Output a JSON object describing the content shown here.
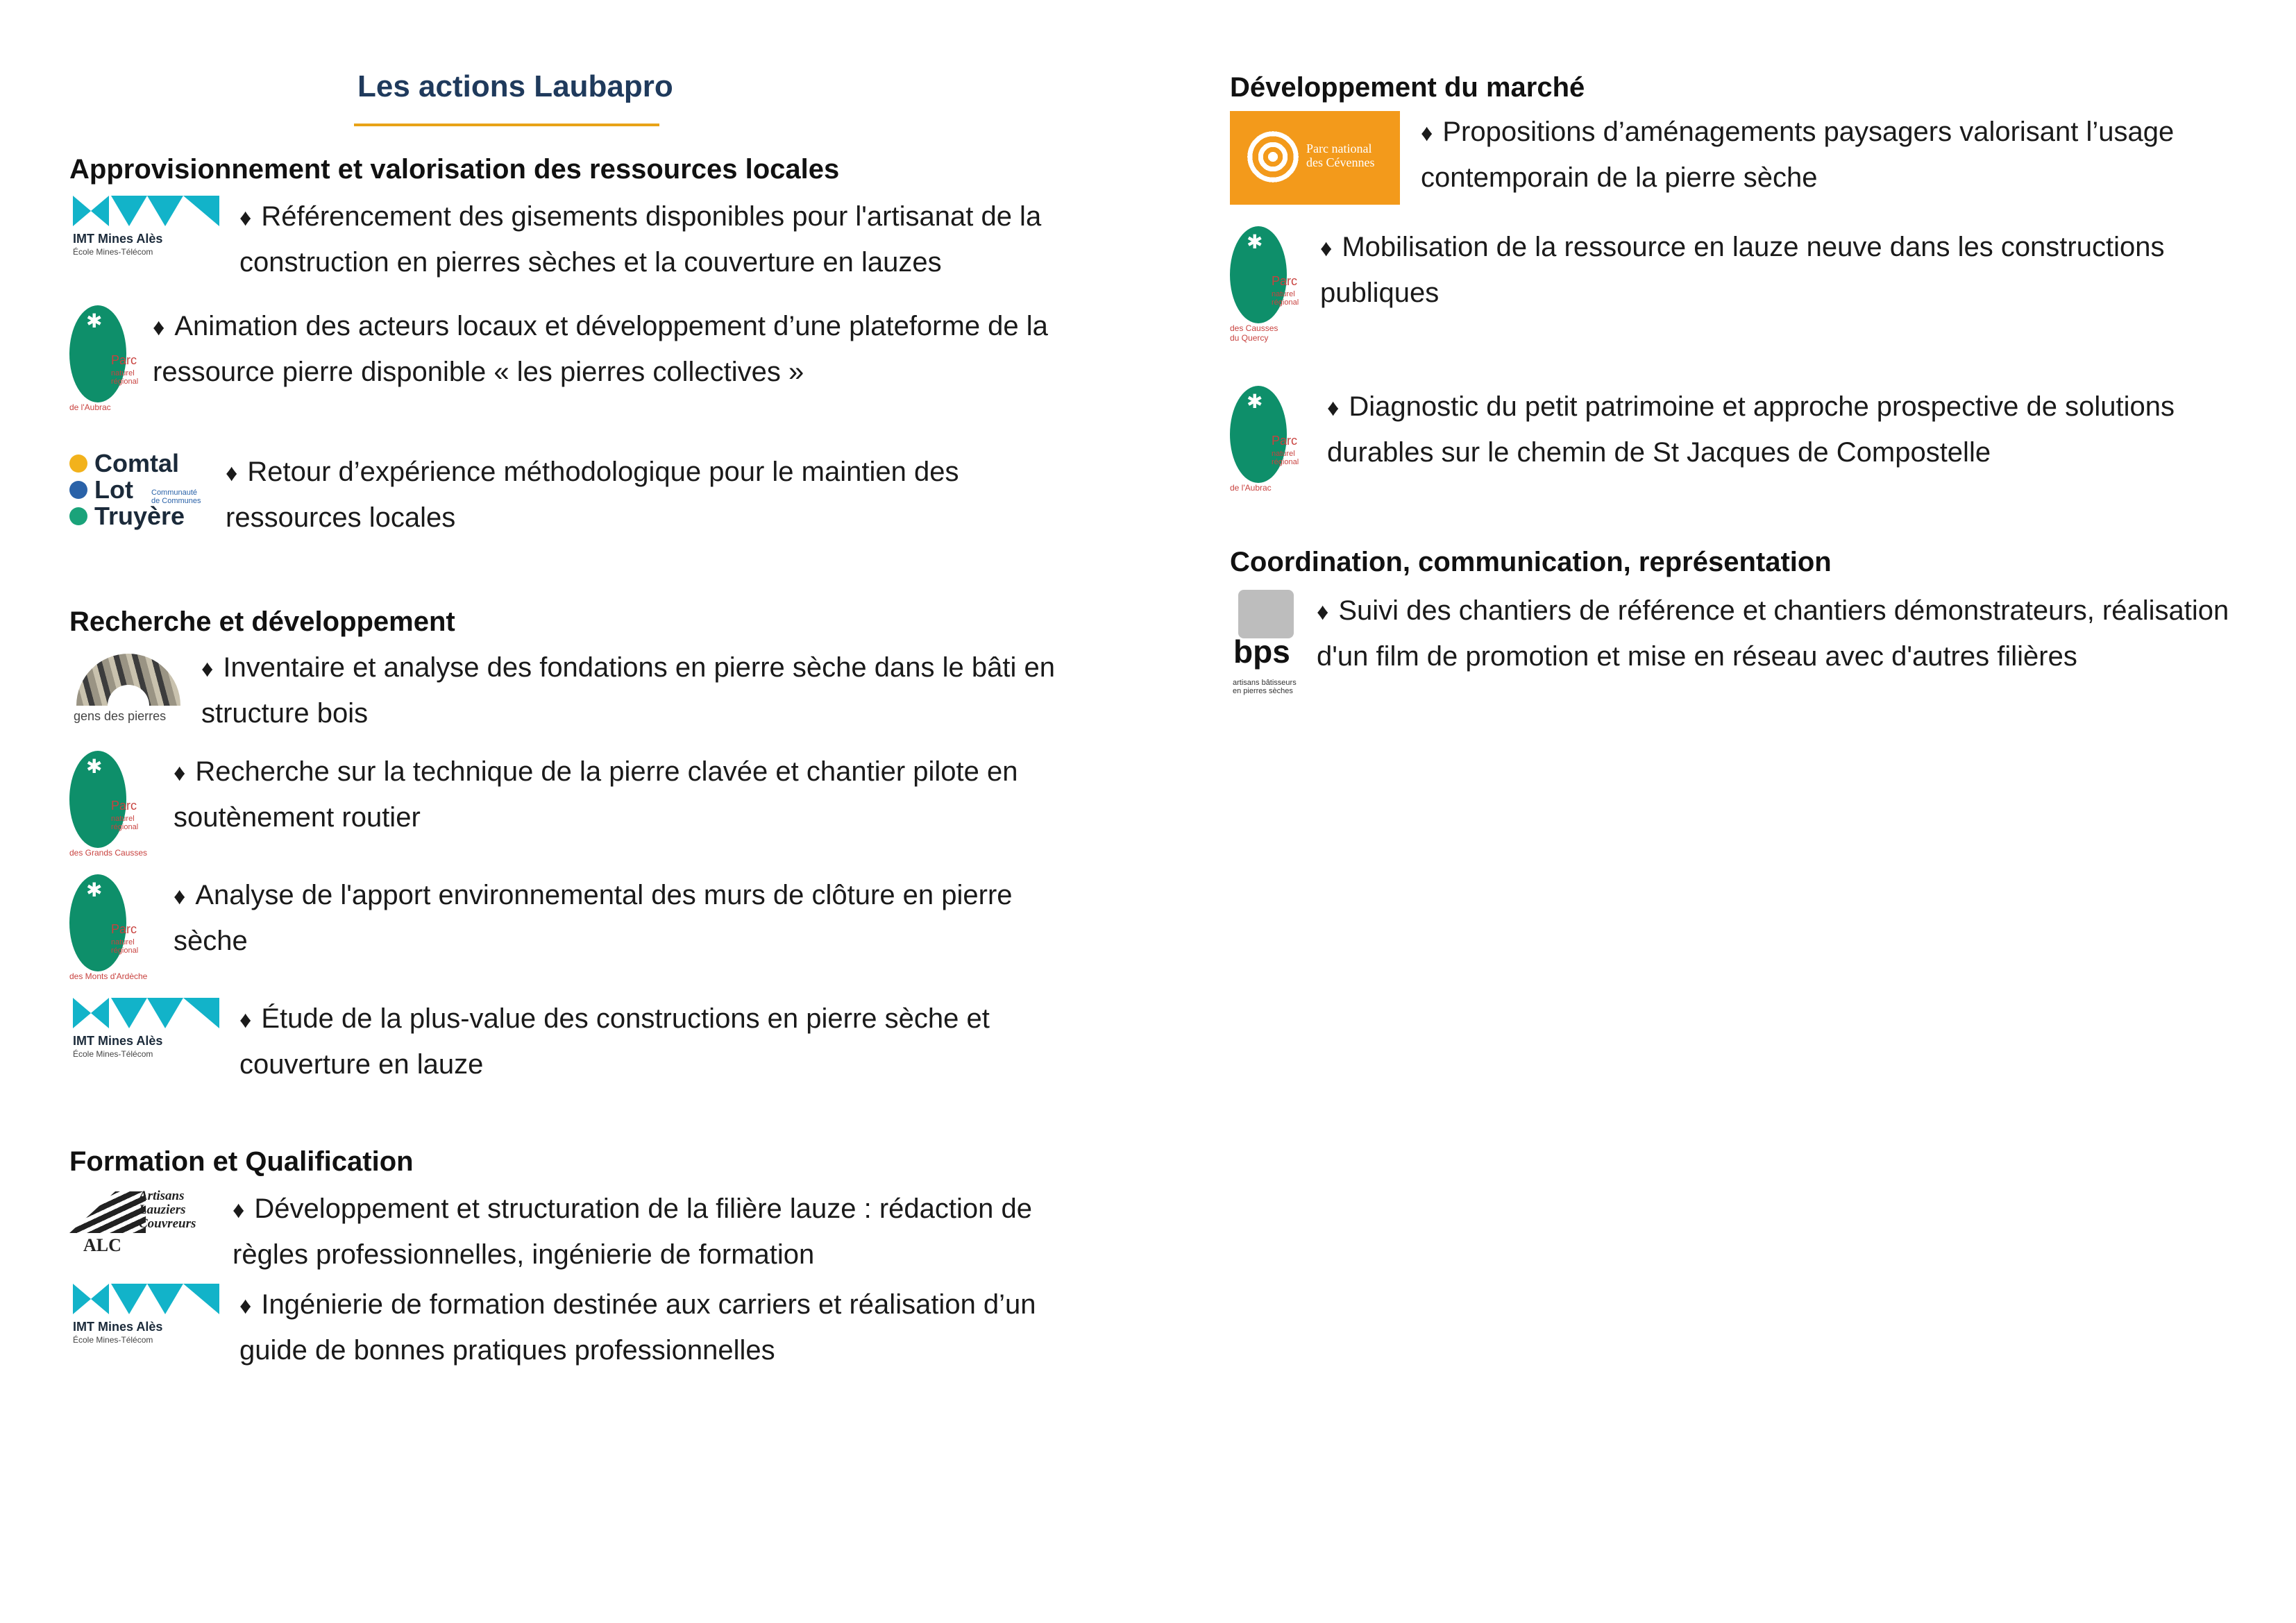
{
  "title": "Les actions Laubapro",
  "bullet": "♦",
  "colors": {
    "title": "#1f3a5c",
    "title_rule": "#e8a317",
    "imt_cyan": "#12b3c9",
    "parc_green": "#0e8f6a",
    "cevennes_orange": "#f39a1b"
  },
  "logos": {
    "imt": {
      "name": "IMT Mines Alès",
      "sub": "École Mines-Télécom"
    },
    "parc_label": "Parc",
    "parc_sub": [
      "naturel",
      "régional"
    ],
    "parc_aubrac": "de l'Aubrac",
    "parc_grands_causses": "des Grands Causses",
    "parc_monts_ardeche": "des Monts d'Ardèche",
    "parc_causses_quercy": [
      "des Causses",
      "du Quercy"
    ],
    "clt": {
      "w1": "Comtal",
      "w2": "Lot",
      "w3": "Truyère",
      "sub": [
        "Communauté",
        "de Communes"
      ]
    },
    "gdp": "gens des pierres",
    "alc": {
      "w1": "Artisans",
      "w2": "Lauziers",
      "w3": "Couvreurs",
      "abbr": "ALC"
    },
    "cevennes": {
      "l1": "Parc national",
      "l2": "des Cévennes"
    },
    "bps": {
      "word": "bps",
      "sub": [
        "artisans bâtisseurs",
        "en pierres sèches"
      ]
    }
  },
  "left": {
    "s1": {
      "heading": "Approvisionnement et valorisation des ressources locales",
      "items": [
        "Référencement des gisements disponibles pour l'artisanat de la construction en pierres sèches et la couverture en lauzes",
        "Animation des acteurs locaux et développement d’une plateforme de la ressource pierre disponible « les pierres collectives »",
        "Retour d’expérience méthodologique pour le maintien des ressources locales"
      ]
    },
    "s2": {
      "heading": "Recherche et développement",
      "items": [
        "Inventaire et analyse des fondations en pierre sèche dans le bâti en structure bois",
        "Recherche sur la technique de la pierre clavée et chantier pilote en soutènement routier",
        "Analyse de l'apport environnemental des murs de clôture en pierre sèche",
        "Étude de la plus-value des constructions en pierre sèche et couverture en lauze"
      ]
    },
    "s3": {
      "heading": "Formation et Qualification",
      "items": [
        "Développement et structuration de la filière lauze : rédaction de règles professionnelles, ingénierie de formation",
        "Ingénierie de formation destinée aux carriers et réalisation d’un guide de bonnes pratiques professionnelles"
      ]
    }
  },
  "right": {
    "s1": {
      "heading": "Développement du marché",
      "items": [
        "Propositions d’aménagements paysagers valorisant l’usage contemporain de la pierre sèche",
        "Mobilisation de la ressource en lauze neuve dans les constructions publiques",
        "Diagnostic du petit patrimoine et approche prospective de solutions durables sur le chemin de St Jacques de Compostelle"
      ]
    },
    "s2": {
      "heading": "Coordination, communication, représentation",
      "items": [
        "Suivi des chantiers de référence et chantiers démonstrateurs, réalisation d'un film de promotion et mise en réseau avec d'autres filières"
      ]
    }
  }
}
